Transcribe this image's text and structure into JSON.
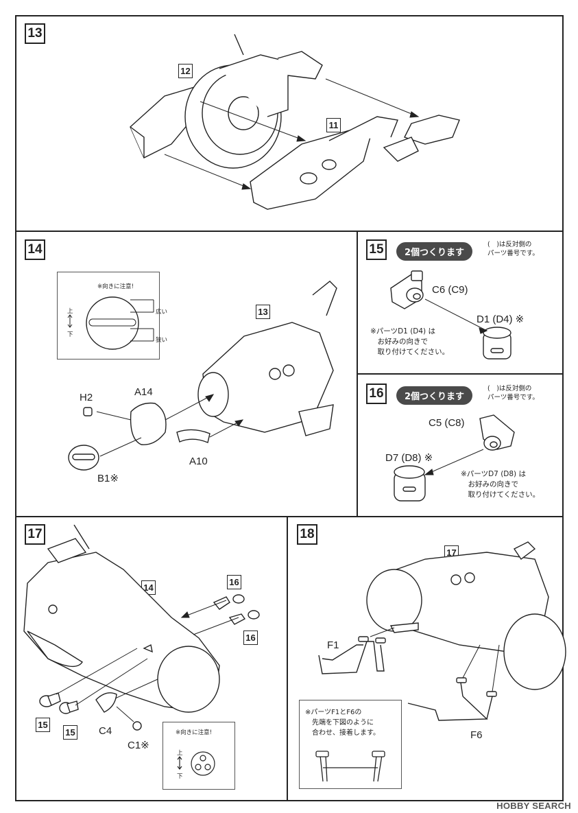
{
  "steps": {
    "s13": {
      "num": "13",
      "refs": [
        "12",
        "11"
      ]
    },
    "s14": {
      "num": "14",
      "ref": "13",
      "box_title": "※向きに注意!",
      "axis_up": "上",
      "axis_down": "下",
      "wide": "広い",
      "narrow": "狭い",
      "parts": {
        "h2": "H2",
        "a14": "A14",
        "b1": "B1※",
        "a10": "A10"
      }
    },
    "s15": {
      "num": "15",
      "badge": "2個つくります",
      "paren_note": "(　)は反対側の\nパーツ番号です。",
      "parts": {
        "c": "C6 (C9)",
        "d": "D1 (D4) ※"
      },
      "note": "※パーツD1 (D4) は\n　お好みの向きで\n　取り付けてください。"
    },
    "s16": {
      "num": "16",
      "badge": "2個つくります",
      "paren_note": "(　)は反対側の\nパーツ番号です。",
      "parts": {
        "c": "C5 (C8)",
        "d": "D7 (D8) ※"
      },
      "note": "※パーツD7 (D8) は\n　お好みの向きで\n　取り付けてください。"
    },
    "s17": {
      "num": "17",
      "refs": [
        "14",
        "16",
        "16",
        "15",
        "15"
      ],
      "parts": {
        "c4": "C4",
        "c1": "C1※"
      },
      "box_title": "※向きに注意!",
      "axis_up": "上",
      "axis_down": "下"
    },
    "s18": {
      "num": "18",
      "ref": "17",
      "parts": {
        "f1": "F1",
        "f6": "F6"
      },
      "note": "※パーツF1とF6の\n　先端を下図のように\n　合わせ、接着します。"
    }
  },
  "watermark": "HOBBY SEARCH"
}
